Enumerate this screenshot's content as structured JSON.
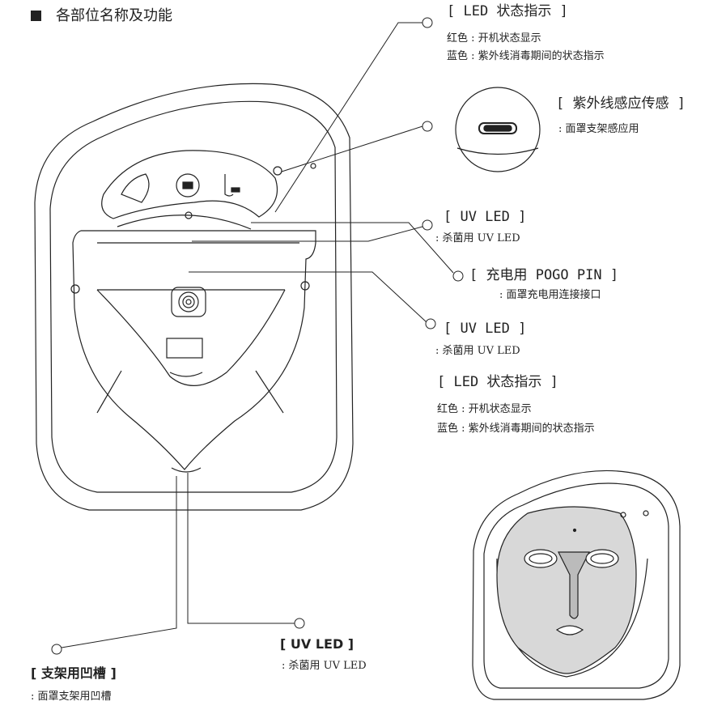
{
  "title": "各部位名称及功能",
  "labels": {
    "led_status_top": {
      "head": "[ LED 状态指示 ]",
      "line1": "红色 : 开机状态显示",
      "line2": "蓝色 : 紫外线消毒期间的状态指示"
    },
    "uv_sensor": {
      "head": "[ 紫外线感应传感 ]",
      "line1": ": 面罩支架感应用"
    },
    "uv_led_1": {
      "head": "[ UV LED ]",
      "line1": ": 杀菌用 UV LED"
    },
    "pogo_pin": {
      "head": "[ 充电用 POGO PIN ]",
      "line1": ": 面罩充电用连接接口"
    },
    "uv_led_2": {
      "head": "[ UV LED ]",
      "line1": ": 杀菌用 UV LED"
    },
    "led_status_bottom": {
      "head": "[ LED 状态指示  ]",
      "line1": "红色 : 开机状态显示",
      "line2": "蓝色 : 紫外线消毒期间的状态指示"
    },
    "uv_led_3": {
      "head": "[ UV LED ]",
      "line1": ": 杀菌用 UV LED"
    },
    "stand_groove": {
      "head": "[ 支架用凹槽 ]",
      "line1": ": 面罩支架用凹槽"
    }
  },
  "colors": {
    "line": "#222222",
    "mask_fill": "#d8d8d8"
  }
}
